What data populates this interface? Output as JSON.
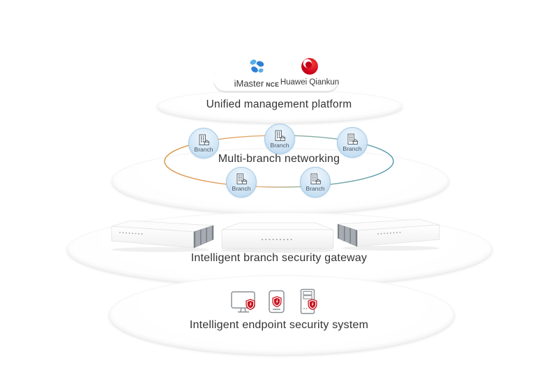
{
  "cloud": {
    "products": [
      {
        "name": "iMaster",
        "suffix": "NCE",
        "icon": "imaster-nce-logo"
      },
      {
        "name": "Huawei Qiankun",
        "icon": "huawei-qiankun-logo"
      }
    ],
    "platform_label": "Unified management platform"
  },
  "networking": {
    "label": "Multi-branch networking",
    "branch_nodes": [
      {
        "label": "Branch"
      },
      {
        "label": "Branch"
      },
      {
        "label": "Branch"
      },
      {
        "label": "Branch"
      },
      {
        "label": "Branch"
      }
    ],
    "node_icon": "branch-building-icon"
  },
  "gateway": {
    "label": "Intelligent branch security gateway",
    "device_icon": "security-gateway-device"
  },
  "endpoint": {
    "label": "Intelligent endpoint security system",
    "device_icons": [
      "desktop-monitor-icon",
      "mobile-phone-icon",
      "server-tower-icon"
    ],
    "badge_icon": "shield-bolt-icon"
  },
  "colors": {
    "ring_orange": "#d8913f",
    "ring_teal": "#4f96ad",
    "branch_fill": "#cfe5f6",
    "branch_rim": "#a2c7e4",
    "shield_red": "#c7131f",
    "logo_blue_light": "#58ade8",
    "logo_blue_dark": "#2e7fd4",
    "logo_red": "#d0021b",
    "text_dark": "#333333"
  }
}
